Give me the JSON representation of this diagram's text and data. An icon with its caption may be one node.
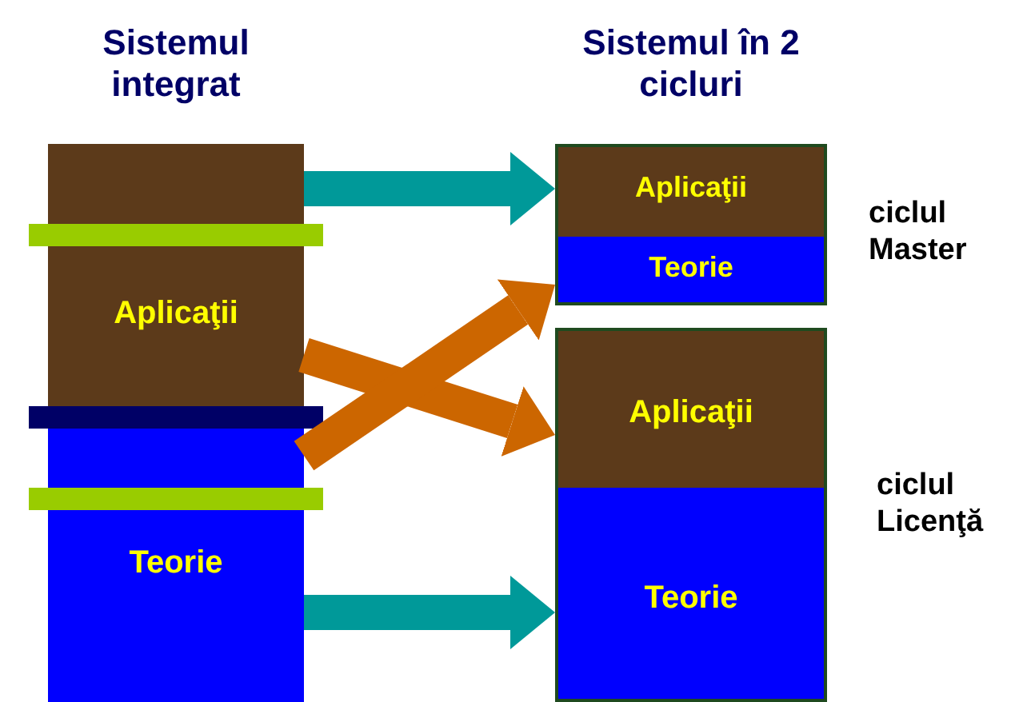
{
  "diagram": {
    "nodes": [
      {
        "text": [
          "Aplicaţii"
        ]
      },
      {
        "text": [
          "Teorie"
        ]
      },
      {
        "text": [],
        "shape": "box",
        "beside": [
          "ciclul Master"
        ]
      },
      {
        "text": [
          "Aplicaţii"
        ],
        "in": 2
      },
      {
        "text": [
          "Teorie"
        ],
        "in": 2
      },
      {
        "text": [],
        "shape": "box",
        "beside": [
          "ciclul Licenţă"
        ]
      },
      {
        "text": [
          "Aplicaţii"
        ],
        "in": 5
      },
      {
        "text": [
          "Teorie"
        ],
        "in": 5
      },
      {
        "text": [],
        "shape": "bar"
      },
      {
        "text": [],
        "shape": "bar"
      },
      {
        "text": [],
        "shape": "bar"
      }
    ],
    "edges": [
      {
        "from": 0,
        "to": 2,
        "arrow": "to"
      },
      {
        "from": 0,
        "to": 5,
        "arrow": "to",
        "color": "#cc6600"
      },
      {
        "from": 1,
        "to": 2,
        "arrow": "to",
        "color": "#cc6600"
      },
      {
        "from": 1,
        "to": 5,
        "arrow": "to"
      }
    ],
    "labels": [
      "Sistemul integrat",
      "Sistemul în 2 cicluri"
    ]
  }
}
